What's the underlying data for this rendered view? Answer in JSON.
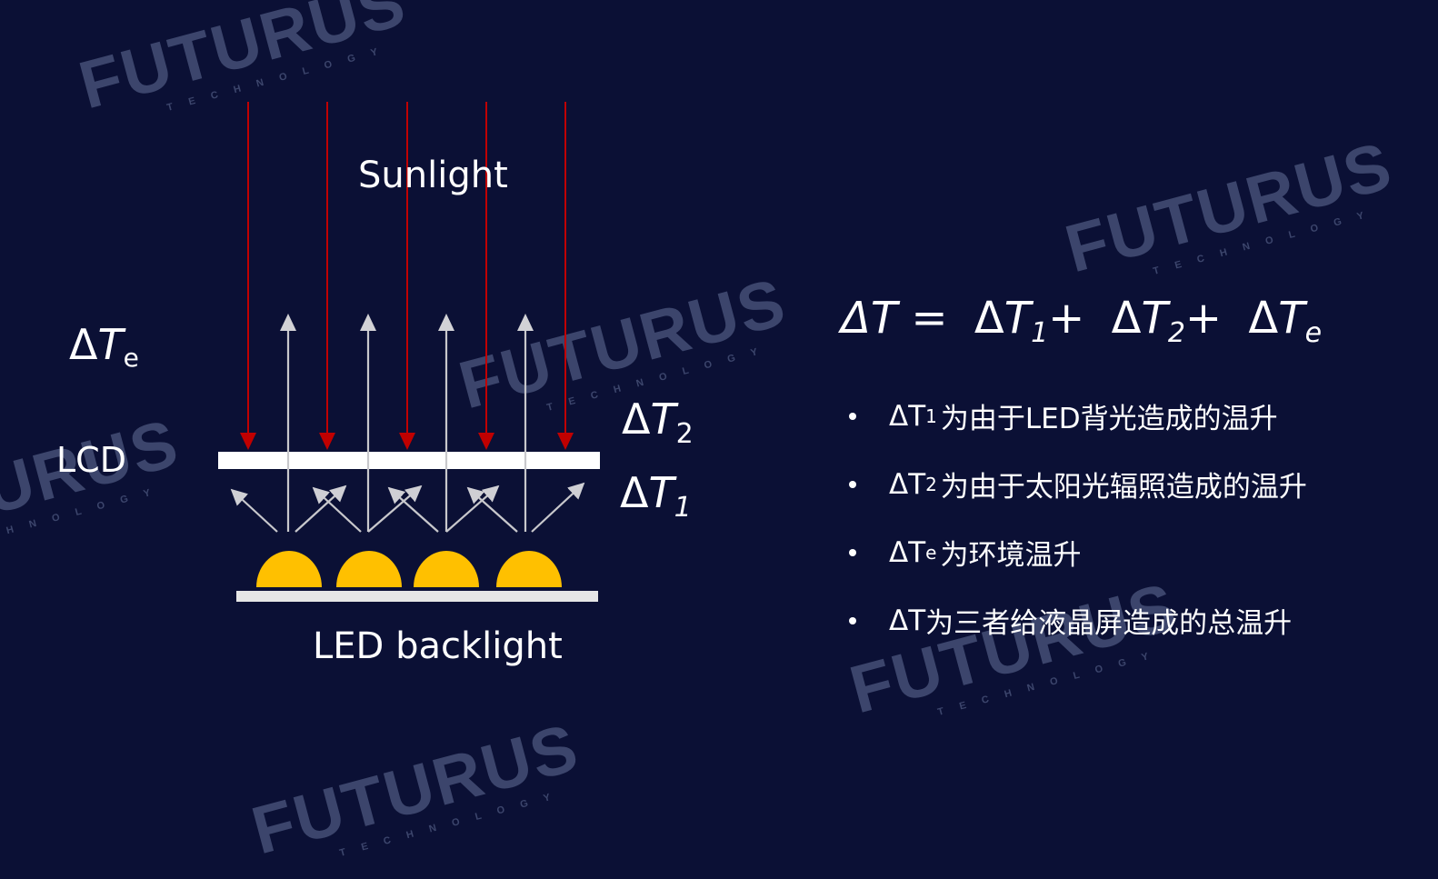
{
  "colors": {
    "background": "#0b1035",
    "sunlight_arrow": "#c00000",
    "backlight_arrow": "#c8c8cc",
    "lcd_panel": "#ffffff",
    "led": "#ffc000",
    "backlight_board": "#e6e6e6",
    "text": "#ffffff",
    "watermark": "#5a6590"
  },
  "watermarks": [
    {
      "main": "FUTURUS",
      "sub": "TECHNOLOGY"
    },
    {
      "main": "FUTURUS",
      "sub": "TECHNOLOGY"
    },
    {
      "main": "FUTURUS",
      "sub": "TECHNOLOGY"
    },
    {
      "main": "FUTURUS",
      "sub": "TECHNOLOGY"
    },
    {
      "main": "FUTURUS",
      "sub": "TECHNOLOGY"
    },
    {
      "main": "FUTURUS",
      "sub": "TECHNOLOGY"
    }
  ],
  "diagram": {
    "sunlight_label": "Sunlight",
    "led_backlight_label": "LED backlight",
    "lcd_label": "LCD",
    "delta": "Δ",
    "T": "T",
    "te_sub": "e",
    "t2_sub": "2",
    "t1_sub": "1",
    "sunlight_arrow_count": 5,
    "led_count": 4
  },
  "formula": {
    "lhs": "ΔT",
    "equals": "=",
    "terms": [
      {
        "delta": "Δ",
        "T": "T",
        "sub": "1",
        "op": "+"
      },
      {
        "delta": "Δ",
        "T": "T",
        "sub": "2",
        "op": "+"
      },
      {
        "delta": "Δ",
        "T": "T",
        "sub": "e",
        "op": ""
      }
    ]
  },
  "bullets": [
    {
      "prefix": "ΔT",
      "sub": "1",
      "text": "为由于LED背光造成的温升"
    },
    {
      "prefix": "ΔT",
      "sub": "2",
      "text": "为由于太阳光辐照造成的温升"
    },
    {
      "prefix": "ΔT",
      "sub": "e",
      "text": "为环境温升"
    },
    {
      "prefix": "ΔT",
      "sub": "",
      "text": "为三者给液晶屏造成的总温升"
    }
  ]
}
